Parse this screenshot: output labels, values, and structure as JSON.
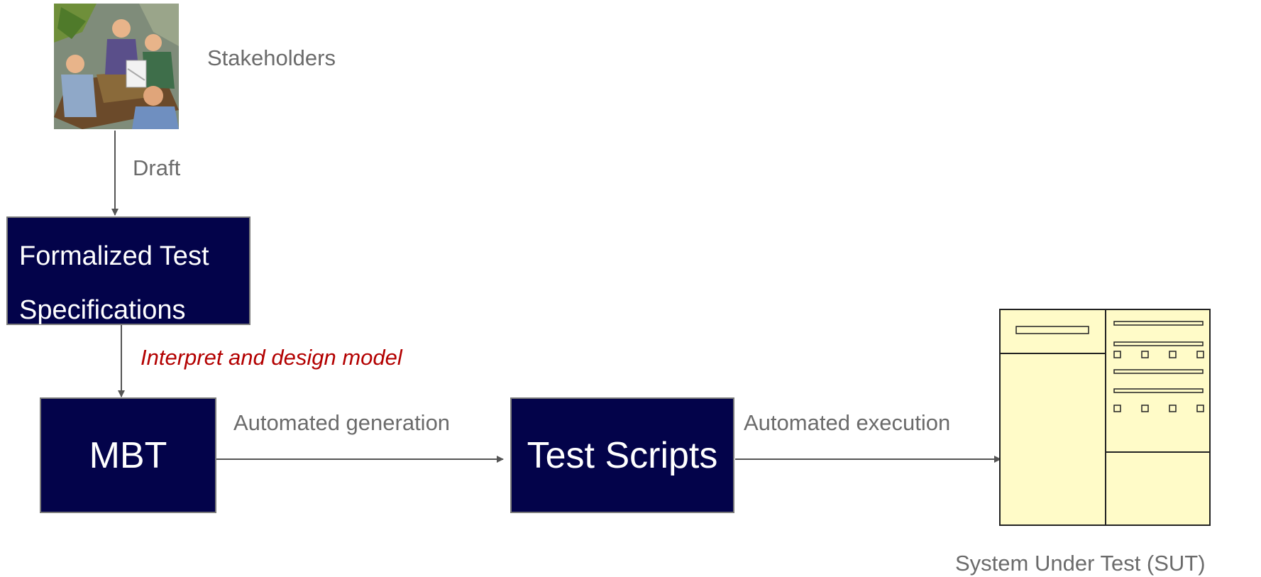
{
  "stakeholders": {
    "label": "Stakeholders",
    "image": "meeting-clipart"
  },
  "edges": {
    "draft": "Draft",
    "interpret": "Interpret and design model",
    "generation": "Automated generation",
    "execution": "Automated execution"
  },
  "boxes": {
    "specs_line1": "Formalized Test",
    "specs_line2": "Specifications",
    "mbt": "MBT",
    "scripts": "Test Scripts"
  },
  "sut": {
    "label": "System Under Test (SUT)",
    "fill": "#fffbc8"
  },
  "colors": {
    "box_fill": "#03034a",
    "arrow": "#555555",
    "accent_text": "#b30000",
    "label_text": "#6b6b6b"
  }
}
